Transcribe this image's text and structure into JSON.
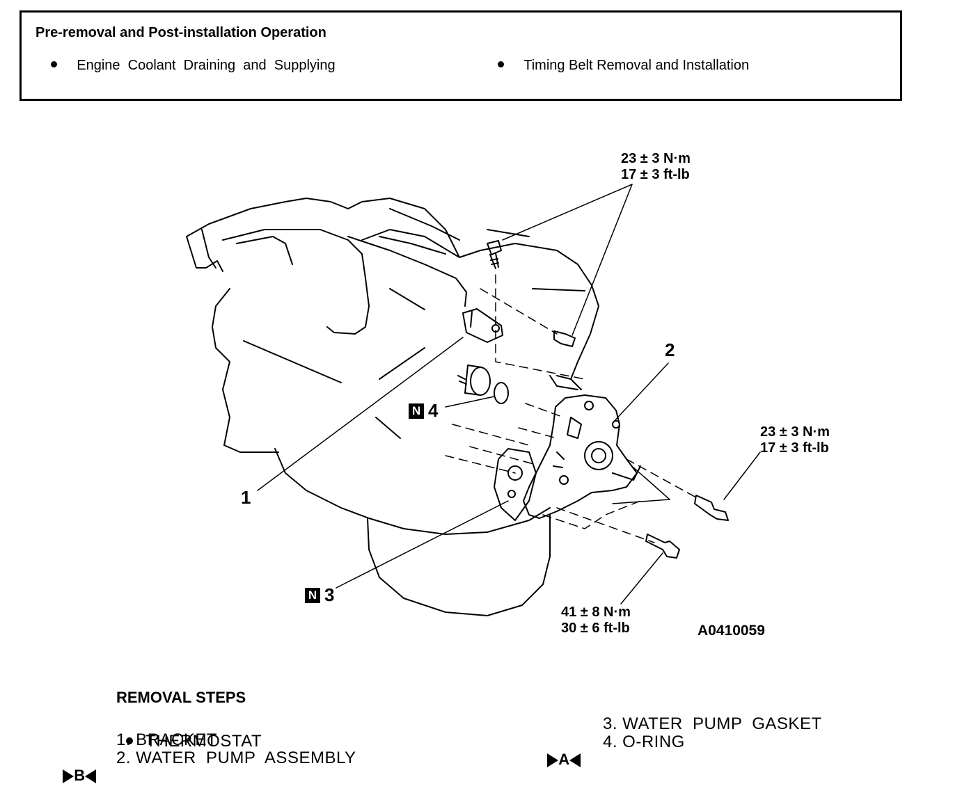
{
  "header": {
    "title": "Pre-removal and Post-installation Operation",
    "items": [
      "Engine  Coolant  Draining  and  Supplying",
      "Timing Belt Removal and Installation"
    ]
  },
  "diagram": {
    "torque_top": "23 ± 3 N·m\n17 ± 3 ft-lb",
    "torque_right": "23 ± 3 N·m\n17 ± 3 ft-lb",
    "torque_bottom": "41 ± 8 N·m\n30 ± 6 ft-lb",
    "callouts": {
      "c1": "1",
      "c2": "2",
      "c3": "3",
      "c4": "4",
      "n_badge": "N"
    },
    "figure_id": "A0410059"
  },
  "removal_steps": {
    "title": "REMOVAL STEPS",
    "left": [
      {
        "marker": "",
        "text": "THERMOSTAT"
      },
      {
        "marker": "",
        "text": "1. BRACKET"
      },
      {
        "marker": "B",
        "text": "2. WATER  PUMP  ASSEMBLY"
      }
    ],
    "right": [
      {
        "marker": "",
        "text": "3. WATER  PUMP  GASKET"
      },
      {
        "marker": "A",
        "text": "4. O-RING"
      }
    ]
  }
}
